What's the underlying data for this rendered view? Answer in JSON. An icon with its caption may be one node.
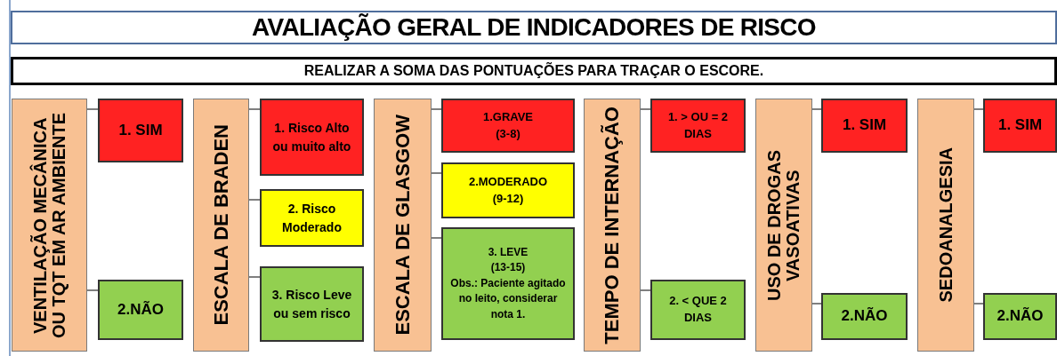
{
  "diagram": {
    "nodes": [
      {
        "text": [
          "AVALIAÇÃO GERAL DE INDICADORES DE RISCO"
        ]
      },
      {
        "text": [
          "REALIZAR A SOMA DAS PONTUAÇÕES PARA TRAÇAR O ESCORE."
        ]
      },
      {
        "text": [
          "VENTILAÇÃO MECÂNICA OU TQT EM AR AMBIENTE"
        ]
      },
      {
        "text": [
          "1. SIM"
        ]
      },
      {
        "text": [
          "2.NÃO"
        ]
      },
      {
        "text": [
          "ESCALA DE BRADEN"
        ]
      },
      {
        "text": [
          "1. Risco Alto ou muito alto"
        ]
      },
      {
        "text": [
          "2. Risco Moderado"
        ]
      },
      {
        "text": [
          "3. Risco Leve ou sem risco"
        ]
      },
      {
        "text": [
          "ESCALA DE GLASGOW"
        ]
      },
      {
        "text": [
          "1.GRAVE",
          "(3-8)"
        ]
      },
      {
        "text": [
          "2.MODERADO",
          "(9-12)"
        ]
      },
      {
        "text": [
          "3. LEVE",
          "(13-15)",
          "Obs.: Paciente agitado no leito, considerar nota 1."
        ]
      },
      {
        "text": [
          "TEMPO DE INTERNAÇÃO"
        ]
      },
      {
        "text": [
          "1. > OU = 2 DIAS"
        ]
      },
      {
        "text": [
          "2. < QUE 2 DIAS"
        ]
      },
      {
        "text": [
          "USO DE DROGAS VASOATIVAS"
        ]
      },
      {
        "text": [
          "1. SIM"
        ]
      },
      {
        "text": [
          "2.NÃO"
        ]
      },
      {
        "text": [
          "SEDOANALGESIA"
        ]
      },
      {
        "text": [
          "1. SIM"
        ]
      },
      {
        "text": [
          "2.NÃO"
        ]
      }
    ],
    "edges": [
      {
        "from": 2,
        "to": 3,
        "arrow": "none"
      },
      {
        "from": 2,
        "to": 4,
        "arrow": "none"
      },
      {
        "from": 5,
        "to": 6,
        "arrow": "none"
      },
      {
        "from": 5,
        "to": 7,
        "arrow": "none"
      },
      {
        "from": 5,
        "to": 8,
        "arrow": "none"
      },
      {
        "from": 9,
        "to": 10,
        "arrow": "none"
      },
      {
        "from": 9,
        "to": 11,
        "arrow": "none"
      },
      {
        "from": 9,
        "to": 12,
        "arrow": "none"
      },
      {
        "from": 13,
        "to": 14,
        "arrow": "none"
      },
      {
        "from": 13,
        "to": 15,
        "arrow": "none"
      },
      {
        "from": 16,
        "to": 17,
        "arrow": "none"
      },
      {
        "from": 16,
        "to": 18,
        "arrow": "none"
      },
      {
        "from": 19,
        "to": 20,
        "arrow": "none"
      },
      {
        "from": 19,
        "to": 21,
        "arrow": "none"
      }
    ]
  }
}
